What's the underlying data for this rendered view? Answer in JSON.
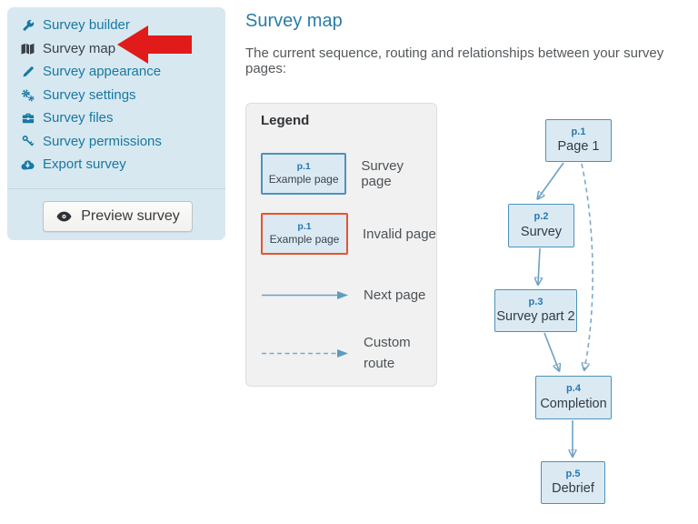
{
  "sidebar": {
    "items": [
      {
        "label": "Survey builder",
        "icon": "wrench-icon"
      },
      {
        "label": "Survey map",
        "icon": "map-icon",
        "active": true
      },
      {
        "label": "Survey appearance",
        "icon": "pencil-icon"
      },
      {
        "label": "Survey settings",
        "icon": "gears-icon"
      },
      {
        "label": "Survey files",
        "icon": "briefcase-icon"
      },
      {
        "label": "Survey permissions",
        "icon": "key-icon"
      },
      {
        "label": "Export survey",
        "icon": "cloud-download-icon"
      }
    ],
    "preview_button": {
      "label": "Preview survey",
      "icon": "eye-icon"
    }
  },
  "annotation": {
    "shape": "red-arrow",
    "points_at": "Survey map"
  },
  "main": {
    "title": "Survey map",
    "description": "The current sequence, routing and relationships between your survey pages:",
    "legend": {
      "title": "Legend",
      "items": [
        {
          "type": "survey-page",
          "box_id": "p.1",
          "box_label": "Example page",
          "label": "Survey page"
        },
        {
          "type": "invalid-page",
          "box_id": "p.1",
          "box_label": "Example page",
          "label": "Invalid page"
        },
        {
          "type": "next-page",
          "label": "Next page"
        },
        {
          "type": "custom-route",
          "label": "Custom route"
        }
      ]
    },
    "flowchart": {
      "nodes": [
        {
          "id": "p.1",
          "label": "Page 1"
        },
        {
          "id": "p.2",
          "label": "Survey"
        },
        {
          "id": "p.3",
          "label": "Survey part 2"
        },
        {
          "id": "p.4",
          "label": "Completion"
        },
        {
          "id": "p.5",
          "label": "Debrief"
        }
      ],
      "edges": [
        {
          "from": "p.1",
          "to": "p.2",
          "type": "next"
        },
        {
          "from": "p.2",
          "to": "p.3",
          "type": "next"
        },
        {
          "from": "p.3",
          "to": "p.4",
          "type": "next"
        },
        {
          "from": "p.1",
          "to": "p.4",
          "type": "custom"
        },
        {
          "from": "p.4",
          "to": "p.5",
          "type": "next"
        }
      ]
    }
  },
  "colors": {
    "sidebar_bg": "#d8e8f0",
    "link_blue": "#1878a3",
    "active_item": "#3b4147",
    "heading_teal": "#2b7ca6",
    "node_fill": "#dbeaf2",
    "node_border": "#4e92ba",
    "invalid_border": "#e8532d",
    "arrow_blue": "#6ca0c4",
    "page_id_blue": "#2878b0",
    "red_arrow": "#e11a1a"
  }
}
